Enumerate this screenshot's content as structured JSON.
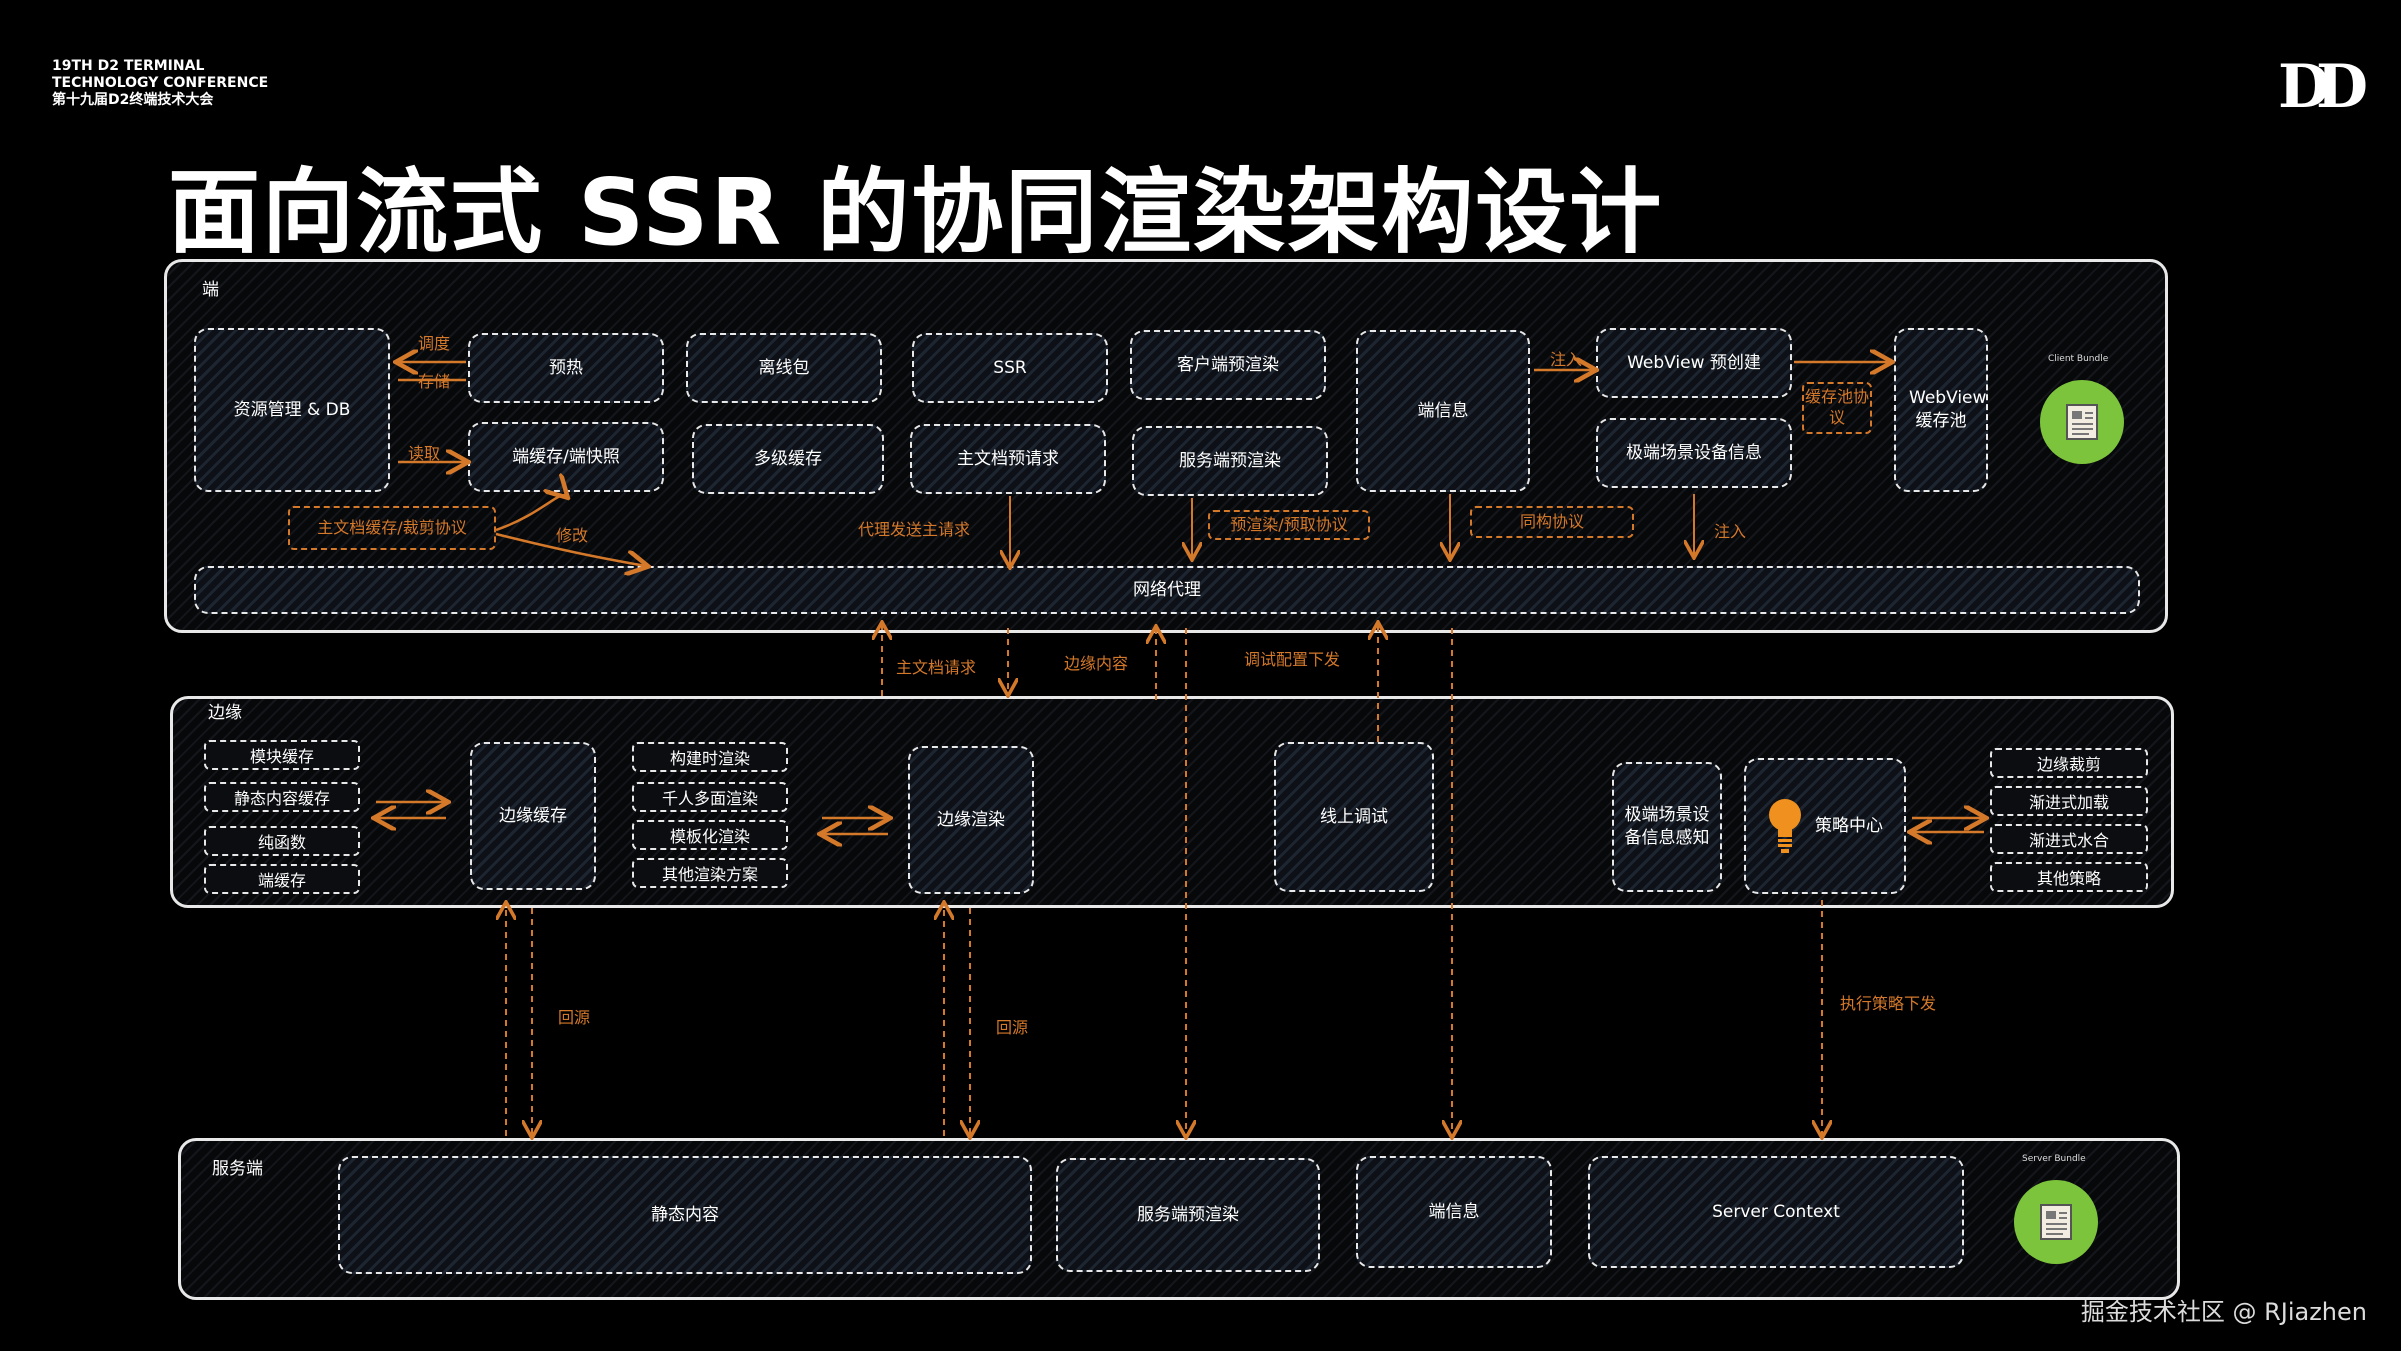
{
  "header": {
    "conference_en_1": "19TH D2 TERMINAL",
    "conference_en_2": "TECHNOLOGY CONFERENCE",
    "conference_cn": "第十九届D2终端技术大会",
    "logo": "DD",
    "title": "面向流式 SSR 的协同渲染架构设计"
  },
  "client": {
    "label": "端",
    "resource_db": "资源管理 & DB",
    "preheat": "预热",
    "offline_pkg": "离线包",
    "ssr": "SSR",
    "client_prerender": "客户端预渲染",
    "client_cache": "端缓存/端快照",
    "multi_cache": "多级缓存",
    "main_doc_prefetch": "主文档预请求",
    "server_prerender": "服务端预渲染",
    "client_info": "端信息",
    "webview_precreate": "WebView 预创建",
    "scene_device_info": "极端场景设备信息",
    "webview_pool": "WebView 缓存池",
    "network_proxy": "网络代理",
    "bundle_label": "Client Bundle",
    "ann": {
      "schedule": "调度",
      "store": "存储",
      "read": "读取",
      "main_doc_cache": "主文档缓存/裁剪协议",
      "modify": "修改",
      "proxy_send": "代理发送主请求",
      "prerender_protocol": "预渲染/预取协议",
      "isomorphic": "同构协议",
      "inject1": "注入",
      "inject2": "注入",
      "pool_protocol": "缓存池协议"
    }
  },
  "mid": {
    "main_doc_req": "主文档请求",
    "edge_content": "边缘内容",
    "debug_config": "调试配置下发"
  },
  "edge": {
    "label": "边缘",
    "caches": [
      "模块缓存",
      "静态内容缓存",
      "纯函数",
      "端缓存"
    ],
    "edge_cache": "边缘缓存",
    "render_modes": [
      "构建时渲染",
      "千人多面渲染",
      "模板化渲染",
      "其他渲染方案"
    ],
    "edge_render": "边缘渲染",
    "online_debug": "线上调试",
    "scene_sense": "极端场景设备信息感知",
    "strategy_center": "策略中心",
    "strategies": [
      "边缘裁剪",
      "渐进式加载",
      "渐进式水合",
      "其他策略"
    ]
  },
  "lower": {
    "origin1": "回源",
    "origin2": "回源",
    "exec_strategy": "执行策略下发"
  },
  "server": {
    "label": "服务端",
    "static_content": "静态内容",
    "server_prerender": "服务端预渲染",
    "client_info": "端信息",
    "server_context": "Server Context",
    "bundle_label": "Server Bundle"
  },
  "footer": "掘金技术社区 @ RJiazhen",
  "colors": {
    "accent": "#d4782a",
    "badge": "#7cc43b",
    "bulb": "#f0901e"
  }
}
